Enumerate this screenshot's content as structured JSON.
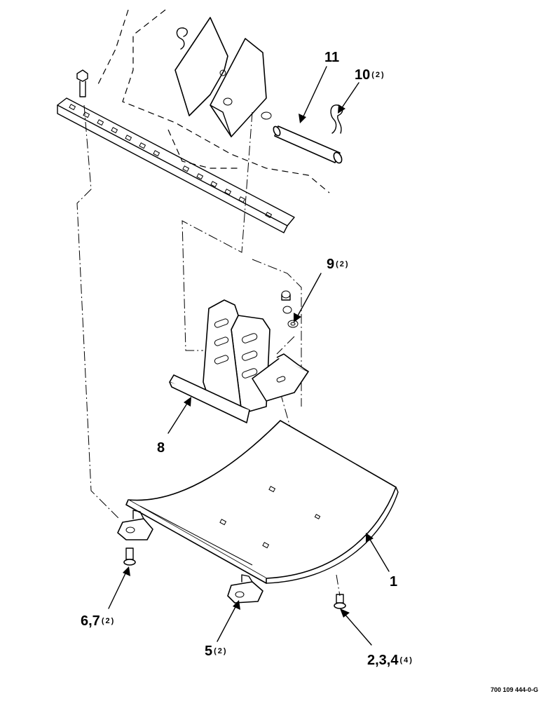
{
  "callouts": [
    {
      "id": "11",
      "number": "11",
      "qty": ""
    },
    {
      "id": "10",
      "number": "10",
      "qty": "(2)"
    },
    {
      "id": "9",
      "number": "9",
      "qty": "(2)"
    },
    {
      "id": "8",
      "number": "8",
      "qty": ""
    },
    {
      "id": "1",
      "number": "1",
      "qty": ""
    },
    {
      "id": "67",
      "number": "6,7",
      "qty": "(2)"
    },
    {
      "id": "5",
      "number": "5",
      "qty": "(2)"
    },
    {
      "id": "234",
      "number": "2,3,4",
      "qty": "(4)"
    }
  ],
  "reference_number": "700 109 444-0-G"
}
